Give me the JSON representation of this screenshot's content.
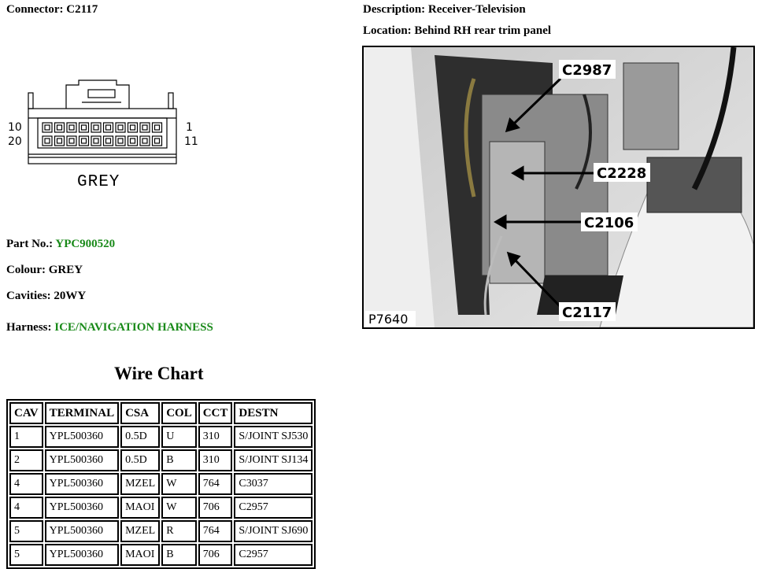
{
  "connector": {
    "label": "Connector:",
    "value": "C2117"
  },
  "description": {
    "label": "Description:",
    "value": "Receiver-Television"
  },
  "location": {
    "label": "Location:",
    "value": "Behind RH rear trim panel"
  },
  "diagram": {
    "pin_top_left": "10",
    "pin_top_right": "1",
    "pin_bottom_left": "20",
    "pin_bottom_right": "11",
    "colour_text": "GREY"
  },
  "photo": {
    "callouts": [
      "C2987",
      "C2228",
      "C2106",
      "C2117"
    ],
    "ref": "P7640"
  },
  "part": {
    "label": "Part No.:",
    "value": "YPC900520"
  },
  "colour": {
    "label": "Colour:",
    "value": "GREY"
  },
  "cavities": {
    "label": "Cavities:",
    "value": "20WY"
  },
  "harness": {
    "label": "Harness:",
    "value": "ICE/NAVIGATION HARNESS"
  },
  "wire_chart": {
    "title": "Wire Chart",
    "headers": [
      "CAV",
      "TERMINAL",
      "CSA",
      "COL",
      "CCT",
      "DESTN"
    ],
    "rows": [
      [
        "1",
        "YPL500360",
        "0.5D",
        "U",
        "310",
        "S/JOINT SJ530"
      ],
      [
        "2",
        "YPL500360",
        "0.5D",
        "B",
        "310",
        "S/JOINT SJ134"
      ],
      [
        "4",
        "YPL500360",
        "MZEL",
        "W",
        "764",
        "C3037"
      ],
      [
        "4",
        "YPL500360",
        "MAOI",
        "W",
        "706",
        "C2957"
      ],
      [
        "5",
        "YPL500360",
        "MZEL",
        "R",
        "764",
        "S/JOINT SJ690"
      ],
      [
        "5",
        "YPL500360",
        "MAOI",
        "B",
        "706",
        "C2957"
      ]
    ]
  },
  "colors": {
    "green_text": "#1a8a1a"
  }
}
